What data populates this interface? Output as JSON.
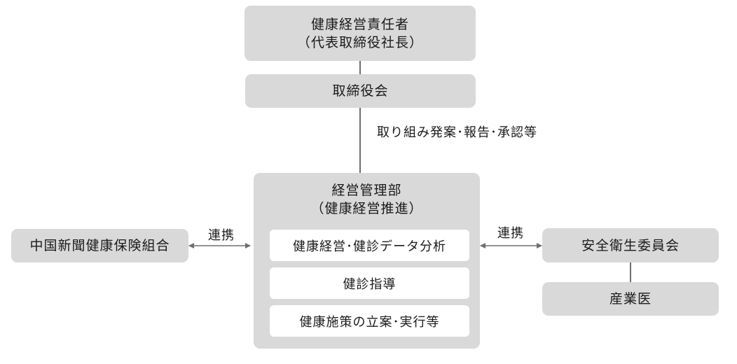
{
  "nodes": {
    "health_officer": {
      "line1": "健康経営責任者",
      "line2": "（代表取締役社長）"
    },
    "board": {
      "label": "取締役会"
    },
    "management": {
      "line1": "経営管理部",
      "line2": "（健康経営推進）",
      "items": [
        "健康経営･健診データ分析",
        "健診指導",
        "健康施策の立案･実行等"
      ]
    },
    "insurance_union": {
      "label": "中国新聞健康保険組合"
    },
    "safety_committee": {
      "label": "安全衛生委員会"
    },
    "occupational_physician": {
      "label": "産業医"
    }
  },
  "edges": {
    "board_to_management": "取り組み発案･報告･承認等",
    "left_link": "連携",
    "right_link": "連携"
  },
  "colors": {
    "box_fill": "#d9d9d9",
    "inner_fill": "#ffffff",
    "connector": "#6e6e6e"
  }
}
